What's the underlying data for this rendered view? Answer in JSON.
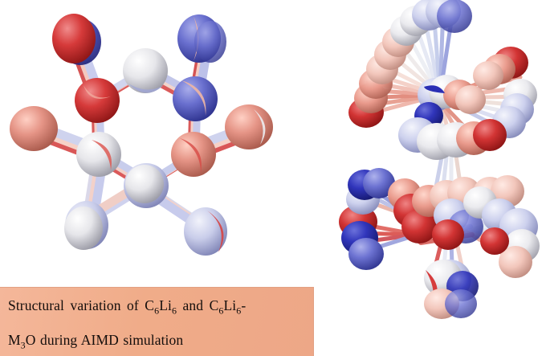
{
  "figure": {
    "background_color": "#ffffff",
    "panels": [
      {
        "id": "left",
        "name": "c6li6-overlay",
        "molecule": "C6Li6",
        "description": "Superimposed AIMD snapshots of C6Li6 viewed along the C6 ring axis; planar hexagonal carbon ring with six peripheral lithium atoms",
        "atom_count_core": 6,
        "atom_count_peripheral": 6
      },
      {
        "id": "right",
        "name": "c6li6-m3o-overlay",
        "molecule": "C6Li6-M3O",
        "description": "Superimposed AIMD snapshots of C6Li6-M3O showing large structural variation and disordered overlay of trajectory frames",
        "atom_count_core": 6,
        "atom_count_peripheral": 6
      }
    ],
    "snapshot_colors": [
      "#cf2020",
      "#e06a6a",
      "#eda08f",
      "#f3d0c8",
      "#ffffff",
      "#d8dcf2",
      "#aab0e4",
      "#7b83d8",
      "#3b3fc4"
    ],
    "color_meaning": "time progression of molecular dynamics frames, red = early, white = middle, blue = late"
  },
  "caption": {
    "panel_color": "#f0ae8c",
    "text_color": "#130d0b",
    "line1": {
      "part1": "Structural variation of C",
      "sub1": "6",
      "part2": "Li",
      "sub2": "6",
      "part3": " and C",
      "sub3": "6",
      "part4": "Li",
      "sub4": "6",
      "part5": "-"
    },
    "line2": {
      "part1": "M",
      "sub1": "3",
      "part2": "O during AIMD simulation"
    },
    "full_text": "Structural variation of C6Li6 and C6Li6-M3O during AIMD simulation"
  }
}
